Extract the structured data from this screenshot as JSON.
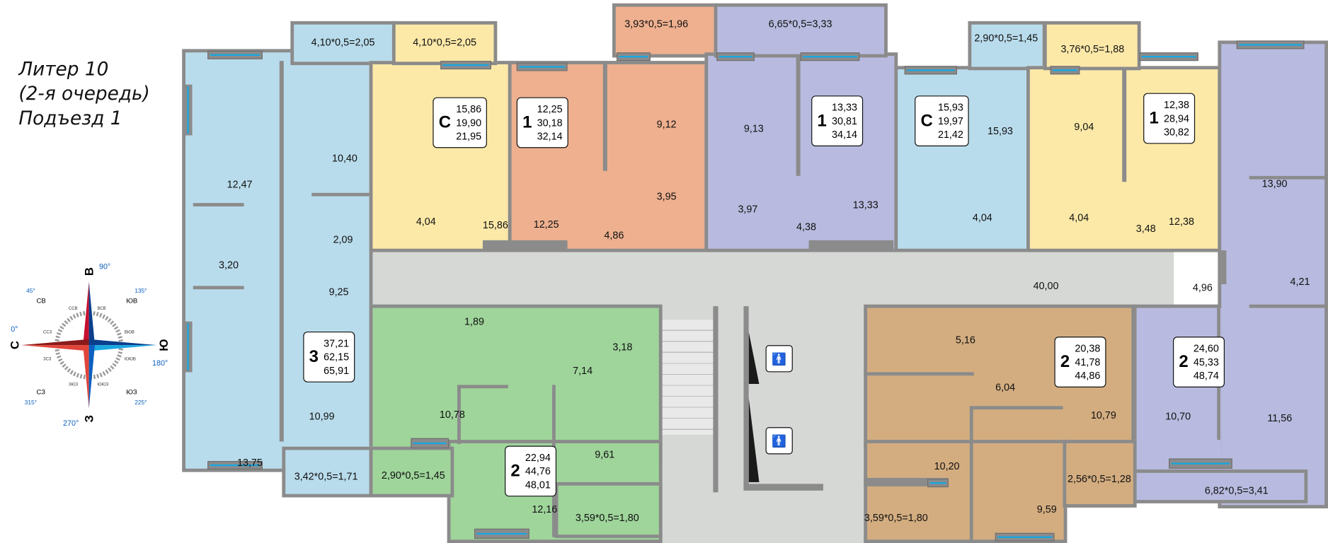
{
  "header": {
    "line1": "Литер 10",
    "line2": "(2-я очередь)",
    "line3": "Подъезд 1"
  },
  "compass": {
    "north": "С",
    "east": "В",
    "south": "Ю",
    "west": "З",
    "ne": "СВ",
    "se": "ЮВ",
    "sw": "ЮЗ",
    "nw": "СЗ",
    "deg_n": "0°",
    "deg_e": "90°",
    "deg_s": "180°",
    "deg_w": "270°",
    "deg_ne": "45°",
    "deg_se": "135°",
    "deg_sw": "225°",
    "deg_nw": "315°",
    "minor": [
      "ССВ",
      "ВСВ",
      "ВЮВ",
      "ЮЮВ",
      "ЮЮЗ",
      "ЗЮЗ",
      "ЗСЗ",
      "ССЗ"
    ]
  },
  "colors": {
    "blue": "#b9dcec",
    "yellow": "#fce9a8",
    "orange": "#eeb08f",
    "purple": "#b8bbdf",
    "green": "#9fd59b",
    "brown": "#d3ad80",
    "corridor": "#d6d8d5",
    "wall": "#8b8b8b",
    "window": "#19a7e0"
  },
  "apartments": [
    {
      "type": "3",
      "living": "37,21",
      "total": "62,15",
      "total_with_balcony": "65,91",
      "rooms": [
        "12,47",
        "10,40",
        "2,09",
        "3,20",
        "9,25",
        "10,99",
        "13,75",
        "4,10*0,5=2,05",
        "3,42*0,5=1,71"
      ]
    },
    {
      "type": "С",
      "living": "15,86",
      "total": "19,90",
      "total_with_balcony": "21,95",
      "rooms": [
        "4,10*0,5=2,05",
        "4,04",
        "15,86"
      ]
    },
    {
      "type": "1",
      "living": "12,25",
      "total": "30,18",
      "total_with_balcony": "32,14",
      "rooms": [
        "3,93*0,5=1,96",
        "9,12",
        "3,95",
        "12,25",
        "4,86"
      ]
    },
    {
      "type": "1",
      "living": "13,33",
      "total": "30,81",
      "total_with_balcony": "34,14",
      "rooms": [
        "6,65*0,5=3,33",
        "9,13",
        "3,97",
        "4,38",
        "13,33"
      ]
    },
    {
      "type": "С",
      "living": "15,93",
      "total": "19,97",
      "total_with_balcony": "21,42",
      "rooms": [
        "2,90*0,5=1,45",
        "15,93",
        "4,04"
      ]
    },
    {
      "type": "1",
      "living": "12,38",
      "total": "28,94",
      "total_with_balcony": "30,82",
      "rooms": [
        "3,76*0,5=1,88",
        "9,04",
        "4,04",
        "3,48",
        "12,38"
      ]
    },
    {
      "type": "2",
      "living": "24,60",
      "total": "45,33",
      "total_with_balcony": "48,74",
      "rooms": [
        "13,90",
        "4,21",
        "4,96",
        "10,70",
        "11,56",
        "6,82*0,5=3,41"
      ]
    },
    {
      "type": "2",
      "living": "22,94",
      "total": "44,76",
      "total_with_balcony": "48,01",
      "rooms": [
        "1,89",
        "3,18",
        "7,14",
        "10,78",
        "9,61",
        "12,16",
        "2,90*0,5=1,45",
        "3,59*0,5=1,80"
      ]
    },
    {
      "type": "2",
      "living": "20,38",
      "total": "41,78",
      "total_with_balcony": "44,86",
      "rooms": [
        "5,16",
        "6,04",
        "10,20",
        "10,79",
        "9,59",
        "2,56*0,5=1,28",
        "3,59*0,5=1,80"
      ]
    }
  ],
  "corridor": {
    "area": "40,00"
  },
  "lifts": [
    {
      "icon": "elevator-icon"
    },
    {
      "icon": "elevator-icon"
    }
  ]
}
